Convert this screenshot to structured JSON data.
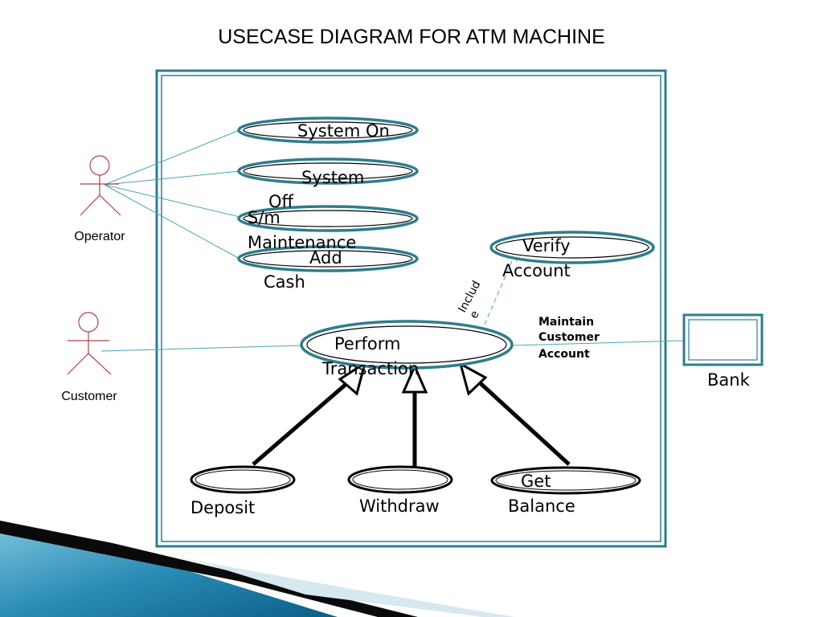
{
  "title": "USECASE DIAGRAM FOR ATM MACHINE",
  "colors": {
    "boundary": "#2e7d8c",
    "ellipse_outline": "#2e7d8c",
    "association": "#4aa5b5",
    "actor": "#b04050",
    "generalization": "#000000",
    "include": "#4aa5b5"
  },
  "actors": {
    "operator": "Operator",
    "customer": "Customer",
    "bank": "Bank"
  },
  "use_cases": {
    "system_on": "System On",
    "system_off_1": "System",
    "system_off_2": "Off",
    "maintenance_1": "S/m",
    "maintenance_2": "Maintenance",
    "add_cash_1": "Add",
    "add_cash_2": "Cash",
    "verify_1": "Verify",
    "verify_2": "Account",
    "perform_1": "Perform",
    "perform_2": "Transaction",
    "deposit": "Deposit",
    "withdraw": "Withdraw",
    "balance_1": "Get",
    "balance_2": "Balance"
  },
  "relations": {
    "include_1": "Includ",
    "include_2": "e",
    "maintain_1": "Maintain",
    "maintain_2": "Customer",
    "maintain_3": "Account"
  }
}
